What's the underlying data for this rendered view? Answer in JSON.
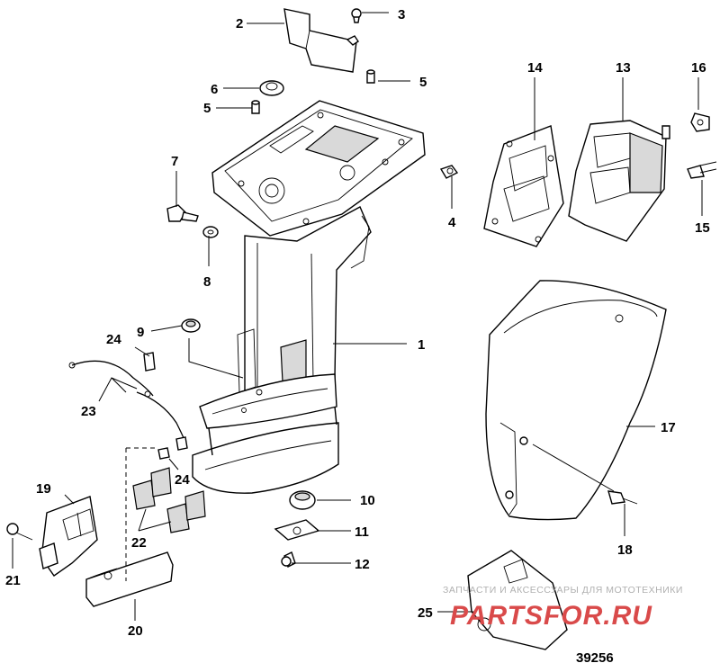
{
  "diagram": {
    "figure_number": "39256",
    "callouts": [
      {
        "id": "c1",
        "label": "1"
      },
      {
        "id": "c2",
        "label": "2"
      },
      {
        "id": "c3",
        "label": "3"
      },
      {
        "id": "c4",
        "label": "4"
      },
      {
        "id": "c5a",
        "label": "5"
      },
      {
        "id": "c5b",
        "label": "5"
      },
      {
        "id": "c6",
        "label": "6"
      },
      {
        "id": "c7",
        "label": "7"
      },
      {
        "id": "c8",
        "label": "8"
      },
      {
        "id": "c9",
        "label": "9"
      },
      {
        "id": "c10",
        "label": "10"
      },
      {
        "id": "c11",
        "label": "11"
      },
      {
        "id": "c12",
        "label": "12"
      },
      {
        "id": "c13",
        "label": "13"
      },
      {
        "id": "c14",
        "label": "14"
      },
      {
        "id": "c15",
        "label": "15"
      },
      {
        "id": "c16",
        "label": "16"
      },
      {
        "id": "c17",
        "label": "17"
      },
      {
        "id": "c18",
        "label": "18"
      },
      {
        "id": "c19",
        "label": "19"
      },
      {
        "id": "c20",
        "label": "20"
      },
      {
        "id": "c21",
        "label": "21"
      },
      {
        "id": "c22",
        "label": "22"
      },
      {
        "id": "c23",
        "label": "23"
      },
      {
        "id": "c24a",
        "label": "24"
      },
      {
        "id": "c24b",
        "label": "24"
      },
      {
        "id": "c25",
        "label": "25"
      }
    ]
  },
  "watermark": {
    "tagline": "ЗАПЧАСТИ И АКСЕССУАРЫ ДЛЯ МОТОТЕХНИКИ",
    "brand": "PARTSFOR.RU",
    "color": "#d94a4a"
  }
}
